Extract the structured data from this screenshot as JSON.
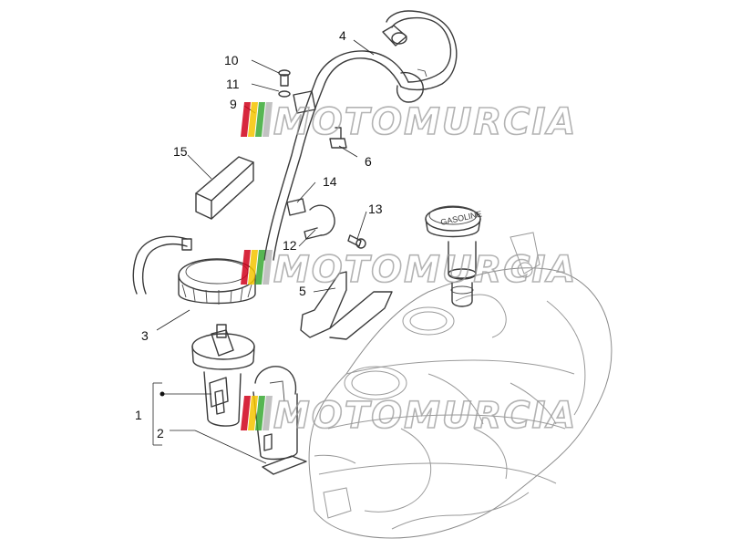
{
  "diagram": {
    "callouts": [
      {
        "id": "c1",
        "label": "1"
      },
      {
        "id": "c2",
        "label": "2"
      },
      {
        "id": "c3",
        "label": "3"
      },
      {
        "id": "c4",
        "label": "4"
      },
      {
        "id": "c5",
        "label": "5"
      },
      {
        "id": "c6",
        "label": "6"
      },
      {
        "id": "c9",
        "label": "9"
      },
      {
        "id": "c10",
        "label": "10"
      },
      {
        "id": "c11",
        "label": "11"
      },
      {
        "id": "c12",
        "label": "12"
      },
      {
        "id": "c13",
        "label": "13"
      },
      {
        "id": "c14",
        "label": "14"
      },
      {
        "id": "c15",
        "label": "15"
      }
    ],
    "watermark": "MOTOMURCIA",
    "cap_text": "GASOLINE",
    "colors": {
      "watermark_red": "#d0021b",
      "watermark_yellow": "#f5c400",
      "watermark_green": "#3aa935",
      "watermark_grey": "#9a9a9a"
    }
  }
}
